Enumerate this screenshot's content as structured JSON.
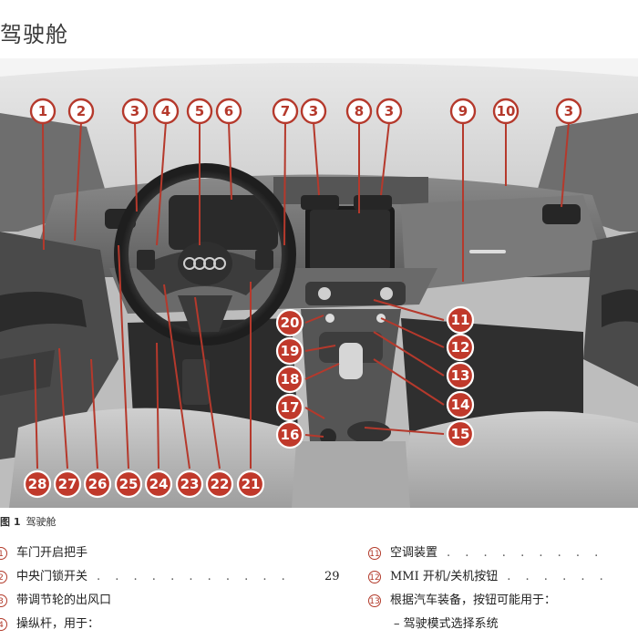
{
  "header": {
    "title": "驾驶舱"
  },
  "figure": {
    "caption_label": "图 1",
    "caption_text": "驾驶舱",
    "callouts": [
      "1",
      "2",
      "3",
      "4",
      "5",
      "6",
      "7",
      "3",
      "8",
      "3",
      "9",
      "10",
      "3",
      "11",
      "12",
      "13",
      "14",
      "15",
      "16",
      "17",
      "18",
      "19",
      "20",
      "21",
      "22",
      "23",
      "24",
      "25",
      "26",
      "27",
      "28"
    ]
  },
  "legend": {
    "left": [
      {
        "num": "1",
        "text": "车门开启把手",
        "page": ""
      },
      {
        "num": "2",
        "text": "中央门锁开关",
        "page": "29"
      },
      {
        "num": "3",
        "text": "带调节轮的出风口",
        "page": ""
      },
      {
        "num": "4",
        "text": "操纵杆，用于：",
        "page": ""
      }
    ],
    "right": [
      {
        "num": "11",
        "text": "空调装置"
      },
      {
        "num": "12",
        "text": "MMI 开机/关机按钮"
      },
      {
        "num": "13",
        "text": "根据汽车装备，按钮可能用于："
      }
    ],
    "right_sub": "– 驾驶模式选择系统"
  },
  "colors": {
    "callout_red": "#c0392b",
    "background": "#bdbdbd"
  }
}
